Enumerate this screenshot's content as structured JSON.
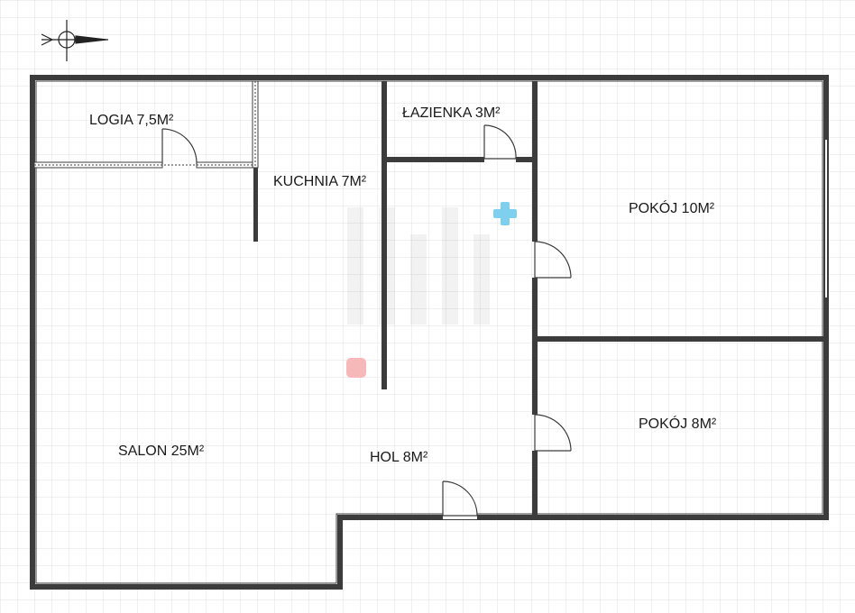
{
  "rooms": {
    "logia": "LOGIA 7,5M²",
    "lazienka": "ŁAZIENKA 3M²",
    "kuchnia": "KUCHNIA 7M²",
    "pokoj_10": "POKÓJ 10M²",
    "pokoj_8": "POKÓJ 8M²",
    "salon": "SALON 25M²",
    "hol": "HOL 8M²"
  },
  "colors": {
    "wall": "#3c3c3c",
    "grid": "#e2e2e2",
    "accent_blue": "#7fd0ef",
    "accent_red": "#f6b8b8"
  }
}
